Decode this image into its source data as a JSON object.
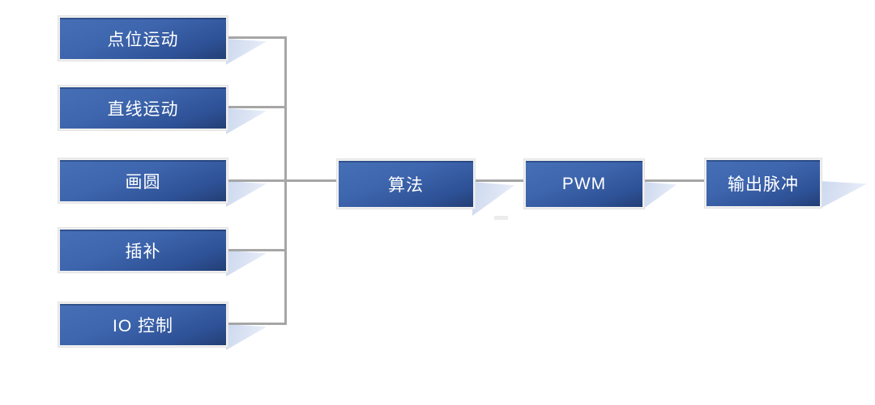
{
  "diagram": {
    "sources": [
      {
        "label": "点位运动"
      },
      {
        "label": "直线运动"
      },
      {
        "label": "画圆"
      },
      {
        "label": "插补"
      },
      {
        "label": "IO 控制"
      }
    ],
    "stages": [
      {
        "label": "算法"
      },
      {
        "label": "PWM"
      },
      {
        "label": "输出脉冲"
      }
    ],
    "colors": {
      "box_blue_light": "#466fb6",
      "box_blue_dark": "#223e74",
      "box_border": "#efefef",
      "connector_gray": "#a6a6a6",
      "shadow_blue": "#d9e2f4",
      "text": "#ffffff"
    }
  }
}
